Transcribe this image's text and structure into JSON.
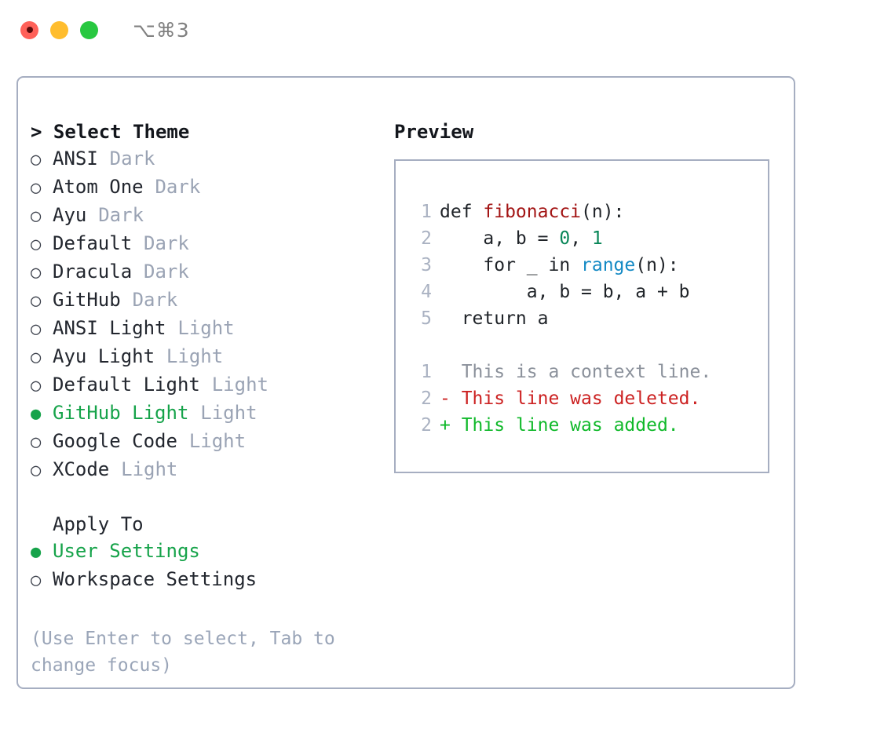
{
  "titlebar": {
    "shortcut": "⌥⌘3",
    "lights": [
      {
        "name": "close",
        "color": "#ff6159"
      },
      {
        "name": "minimize",
        "color": "#ffbd2e"
      },
      {
        "name": "maximize",
        "color": "#28c840"
      }
    ]
  },
  "theme_picker": {
    "heading": "> Select Theme",
    "options": [
      {
        "marker": "○",
        "label": "ANSI",
        "tag": "Dark",
        "selected": false
      },
      {
        "marker": "○",
        "label": "Atom One",
        "tag": "Dark",
        "selected": false
      },
      {
        "marker": "○",
        "label": "Ayu",
        "tag": "Dark",
        "selected": false
      },
      {
        "marker": "○",
        "label": "Default",
        "tag": "Dark",
        "selected": false
      },
      {
        "marker": "○",
        "label": "Dracula",
        "tag": "Dark",
        "selected": false
      },
      {
        "marker": "○",
        "label": "GitHub",
        "tag": "Dark",
        "selected": false
      },
      {
        "marker": "○",
        "label": "ANSI Light",
        "tag": "Light",
        "selected": false
      },
      {
        "marker": "○",
        "label": "Ayu Light",
        "tag": "Light",
        "selected": false
      },
      {
        "marker": "○",
        "label": "Default Light",
        "tag": "Light",
        "selected": false
      },
      {
        "marker": "●",
        "label": "GitHub Light",
        "tag": "Light",
        "selected": true
      },
      {
        "marker": "○",
        "label": "Google Code",
        "tag": "Light",
        "selected": false
      },
      {
        "marker": "○",
        "label": "XCode",
        "tag": "Light",
        "selected": false
      }
    ]
  },
  "apply_to": {
    "heading": "Apply To",
    "options": [
      {
        "marker": "●",
        "label": "User Settings",
        "selected": true
      },
      {
        "marker": "○",
        "label": "Workspace Settings",
        "selected": false
      }
    ]
  },
  "hint": "(Use Enter to select, Tab to change focus)",
  "preview": {
    "heading": "Preview",
    "code_lines": [
      {
        "num": "1",
        "segments": [
          {
            "t": "def ",
            "c": "ctext"
          },
          {
            "t": "fibonacci",
            "c": "tok-func"
          },
          {
            "t": "(n):",
            "c": "ctext"
          }
        ]
      },
      {
        "num": "2",
        "segments": [
          {
            "t": "    a, b = ",
            "c": "ctext"
          },
          {
            "t": "0",
            "c": "tok-num"
          },
          {
            "t": ", ",
            "c": "ctext"
          },
          {
            "t": "1",
            "c": "tok-num"
          }
        ]
      },
      {
        "num": "3",
        "segments": [
          {
            "t": "    for _ in ",
            "c": "ctext"
          },
          {
            "t": "range",
            "c": "tok-builtin"
          },
          {
            "t": "(n):",
            "c": "ctext"
          }
        ]
      },
      {
        "num": "4",
        "segments": [
          {
            "t": "        a, b = b, a + b",
            "c": "ctext"
          }
        ]
      },
      {
        "num": "5",
        "segments": [
          {
            "t": "  return a",
            "c": "ctext"
          }
        ]
      }
    ],
    "diff_lines": [
      {
        "num": "1",
        "marker": " ",
        "text": " This is a context line.",
        "kind": "diff-context"
      },
      {
        "num": "2",
        "marker": "-",
        "text": " This line was deleted.",
        "kind": "diff-del"
      },
      {
        "num": "2",
        "marker": "+",
        "text": " This line was added.",
        "kind": "diff-add"
      }
    ]
  },
  "colors": {
    "accent_green": "#16a34a",
    "muted_gray": "#9aa3b4",
    "border": "#a6aec1",
    "code_function": "#a31515",
    "code_number": "#098658",
    "code_builtin": "#1389c4",
    "diff_added": "#10b92a",
    "diff_deleted": "#cc2222"
  }
}
